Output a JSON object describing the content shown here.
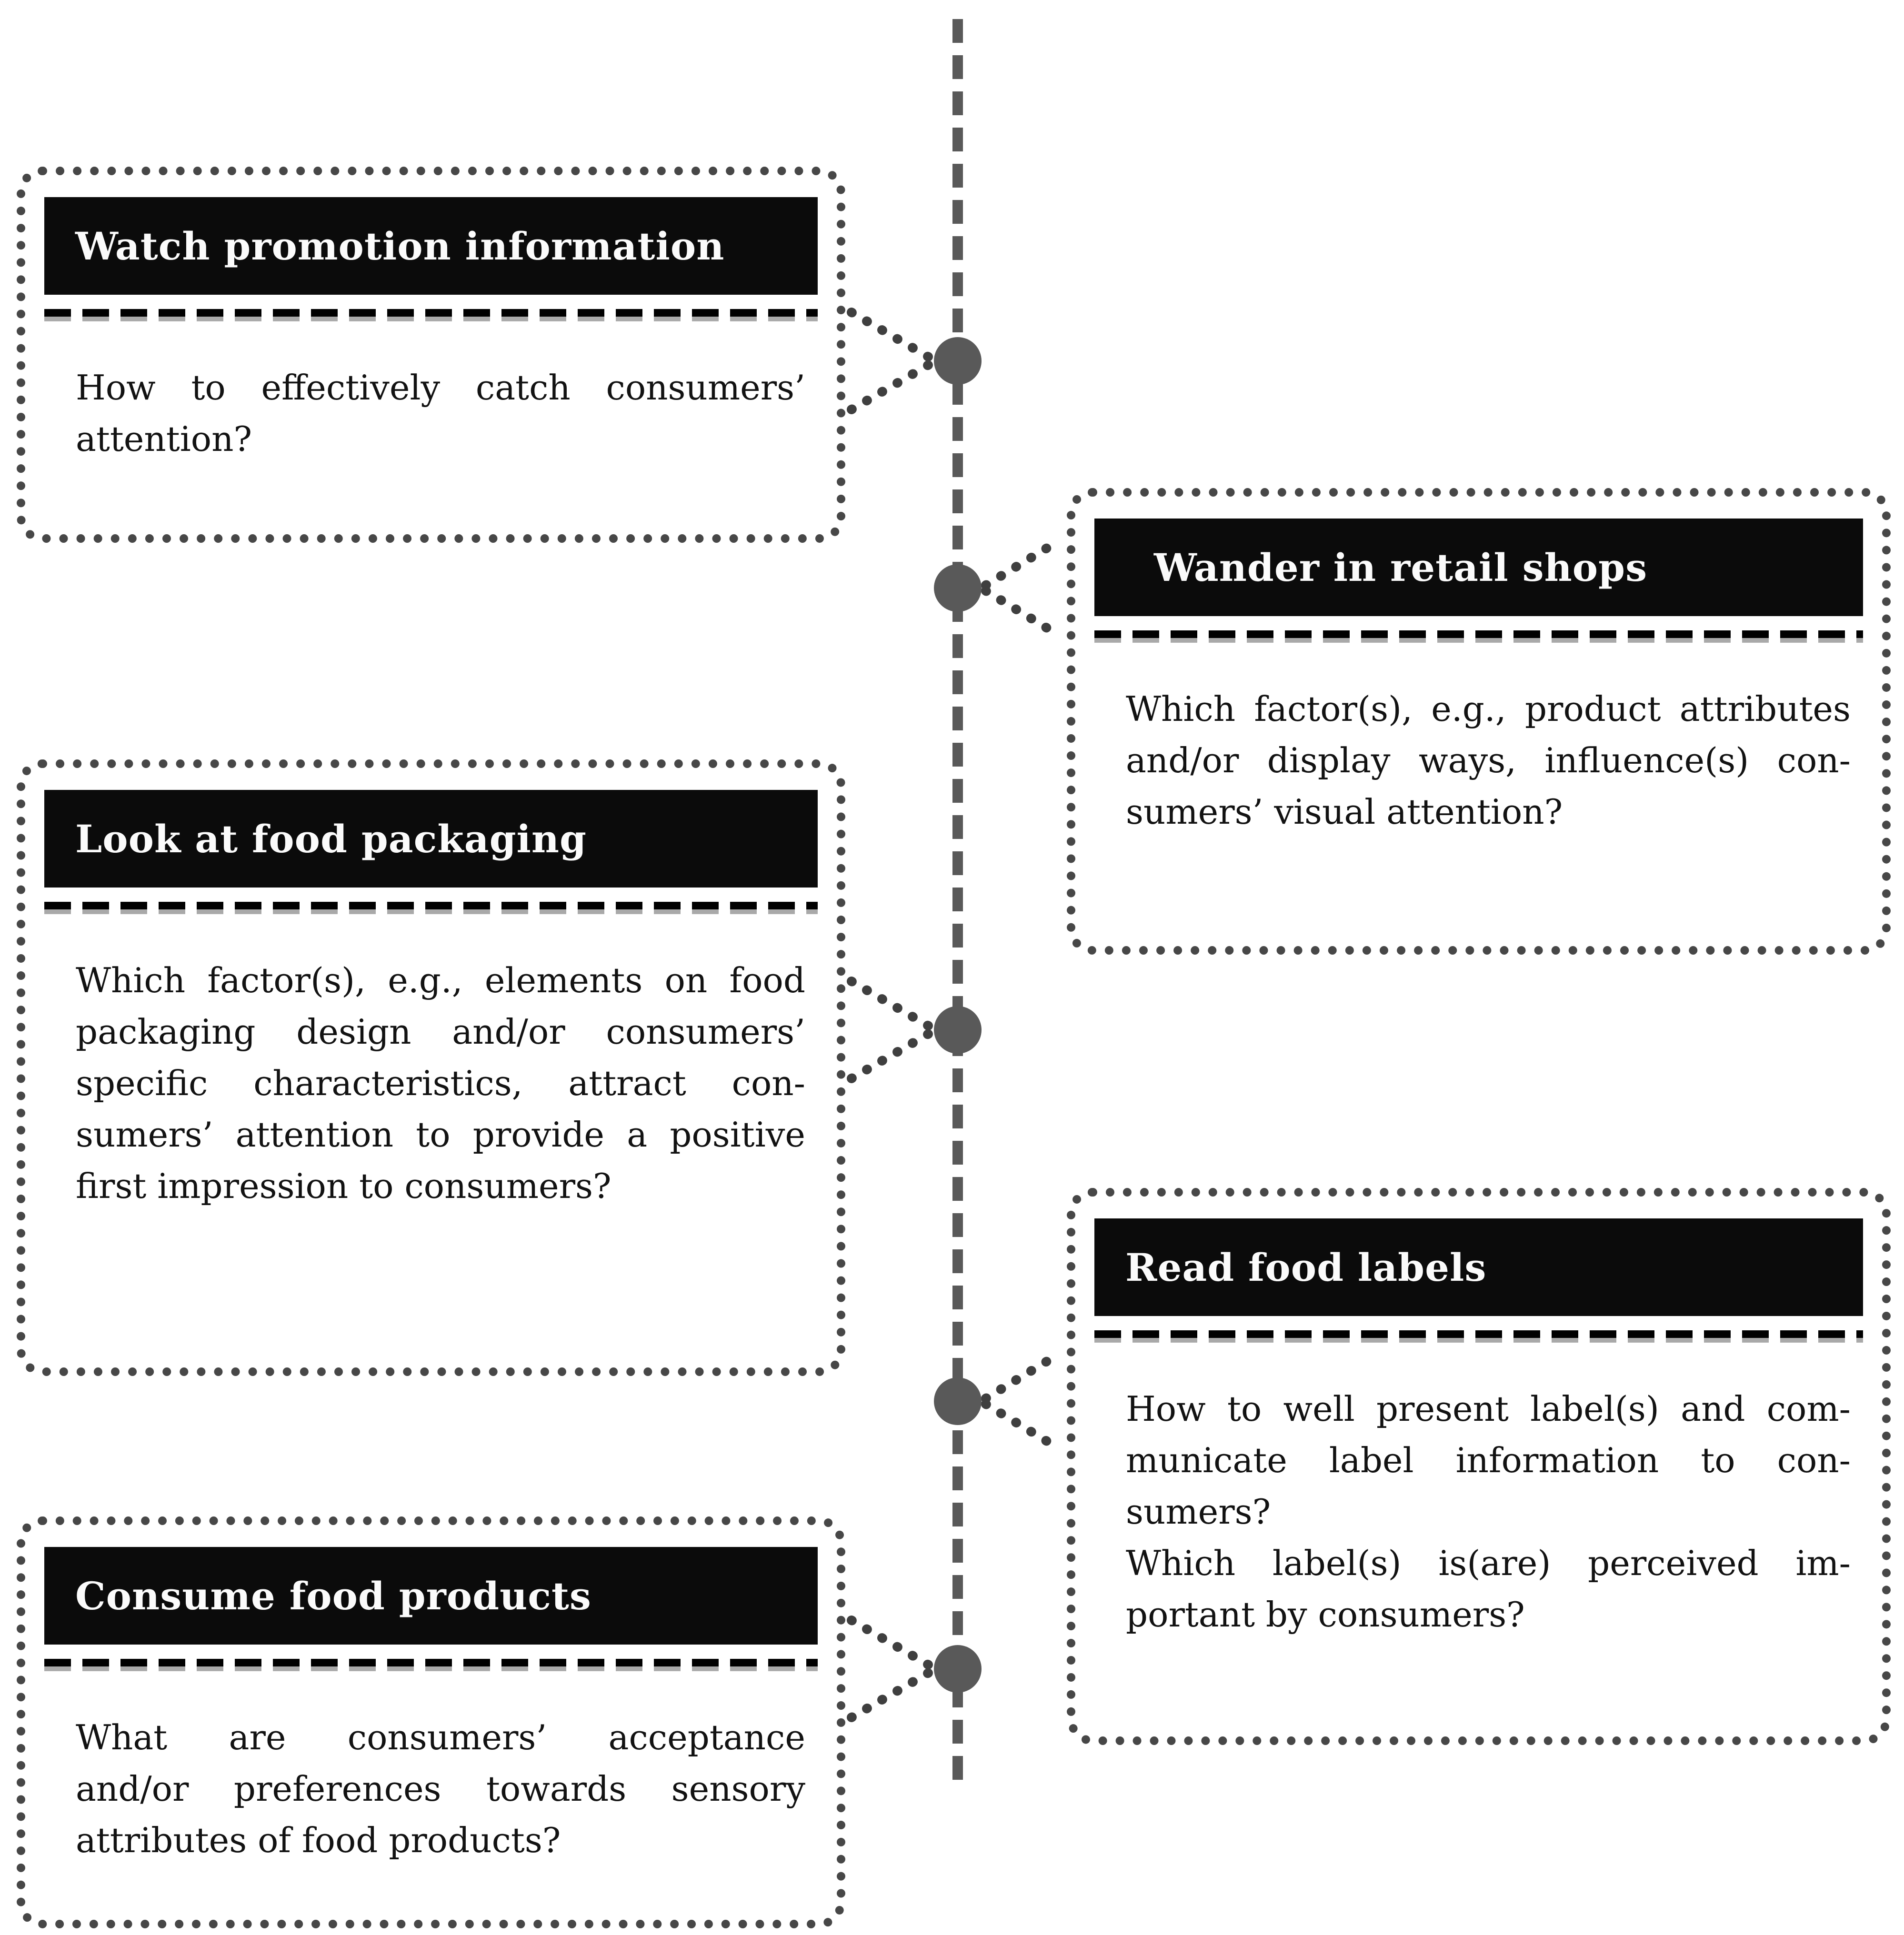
{
  "colors": {
    "header_bg": "#0b0b0b",
    "header_text": "#fbfbfb",
    "body_text": "#121212",
    "box_border": "#474747",
    "timeline": "#595959",
    "connector": "#3f3f3f",
    "separator": "#000000"
  },
  "boxes": [
    {
      "id": "watch-promotion-information",
      "side": "left",
      "title": "Watch promotion information",
      "body": [
        {
          "t": "How to effectively catch consumers’",
          "j": true
        },
        {
          "t": "attention?",
          "j": false
        }
      ]
    },
    {
      "id": "wander-in-retail-shops",
      "side": "right",
      "title": "Wander in retail shops",
      "body": [
        {
          "t": "Which factor(s), e.g., product attributes",
          "j": true
        },
        {
          "t": "and/or display ways, influence(s) con-",
          "j": true
        },
        {
          "t": "sumers’ visual attention?",
          "j": false
        }
      ]
    },
    {
      "id": "look-at-food-packaging",
      "side": "left",
      "title": "Look at food packaging",
      "body": [
        {
          "t": "Which factor(s), e.g., elements on food",
          "j": true
        },
        {
          "t": "packaging design and/or consumers’",
          "j": true
        },
        {
          "t": "specific characteristics, attract con-",
          "j": true
        },
        {
          "t": "sumers’ attention to provide a positive",
          "j": true
        },
        {
          "t": "first impression to consumers?",
          "j": false
        }
      ]
    },
    {
      "id": "read-food-labels",
      "side": "right",
      "title": "Read food labels",
      "body": [
        {
          "t": "How to well present label(s) and com-",
          "j": true
        },
        {
          "t": "municate label information to con-",
          "j": true
        },
        {
          "t": "sumers?",
          "j": false
        },
        {
          "t": "Which label(s) is(are) perceived im-",
          "j": true
        },
        {
          "t": "portant by consumers?",
          "j": false
        }
      ]
    },
    {
      "id": "consume-food-products",
      "side": "left",
      "title": "Consume food products",
      "body": [
        {
          "t": "What are consumers’ acceptance",
          "j": true
        },
        {
          "t": "and/or preferences towards sensory",
          "j": true
        },
        {
          "t": "attributes of food products?",
          "j": false
        }
      ]
    }
  ]
}
